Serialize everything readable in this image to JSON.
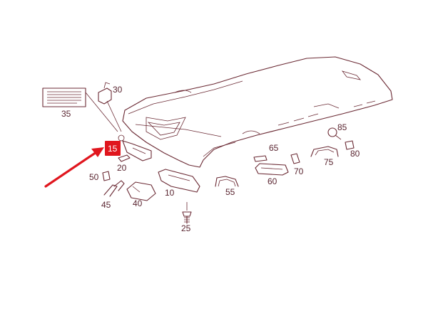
{
  "diagram": {
    "part_numbers": {
      "p30": "30",
      "p35": "35",
      "p15": "15",
      "p20": "20",
      "p50": "50",
      "p45": "45",
      "p40": "40",
      "p10": "10",
      "p25": "25",
      "p55": "55",
      "p60": "60",
      "p65": "65",
      "p70": "70",
      "p75": "75",
      "p80": "80",
      "p85": "85"
    },
    "colors": {
      "line": "#6b2a34",
      "highlight": "#e0161e",
      "arrow": "#e0161e"
    },
    "highlighted_part": "15"
  }
}
